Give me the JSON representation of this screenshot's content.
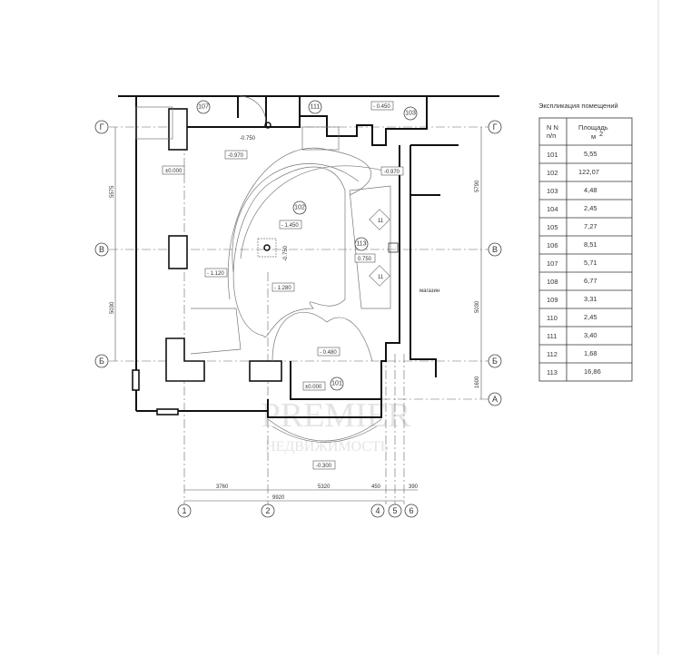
{
  "table": {
    "title": "Экспликация помещений",
    "col1_line1": "N N",
    "col1_line2": "п/п",
    "col2_line1": "Площадь",
    "col2_line2": "м",
    "col2_sup": "2",
    "rows": [
      {
        "n": "101",
        "area": "5,55"
      },
      {
        "n": "102",
        "area": "122,07"
      },
      {
        "n": "103",
        "area": "4,48"
      },
      {
        "n": "104",
        "area": "2,45"
      },
      {
        "n": "105",
        "area": "7,27"
      },
      {
        "n": "106",
        "area": "8,51"
      },
      {
        "n": "107",
        "area": "5,71"
      },
      {
        "n": "108",
        "area": "6,77"
      },
      {
        "n": "109",
        "area": "3,31"
      },
      {
        "n": "110",
        "area": "2,45"
      },
      {
        "n": "111",
        "area": "3,40"
      },
      {
        "n": "112",
        "area": "1,68"
      },
      {
        "n": "113",
        "area": "16,86"
      }
    ]
  },
  "axes": {
    "rows": [
      "Г",
      "В",
      "Б",
      "А"
    ],
    "cols": [
      "1",
      "2",
      "4",
      "5",
      "6"
    ]
  },
  "rooms": [
    "107",
    "111",
    "103",
    "102",
    "113",
    "101"
  ],
  "room_text": {
    "shop": "магазин",
    "table_a": "11",
    "table_b": "11"
  },
  "levels": [
    "-0.970",
    "±0.000",
    "-0.970",
    "- 1.450",
    "-0.750",
    "0.750",
    "- 1.120",
    "- 1.280",
    "- 0.480",
    "±0.000",
    "-0.300",
    "- 0.450",
    "-0.750"
  ],
  "dims": {
    "h": [
      "3760",
      "5320",
      "450",
      "390"
    ],
    "total": "9920",
    "left": [
      "5575",
      "5030"
    ],
    "right": [
      "5790",
      "5030",
      "1600"
    ]
  },
  "watermark": {
    "line1": "PREMIER",
    "line2": "НЕДВИЖИМОСТЬ"
  }
}
